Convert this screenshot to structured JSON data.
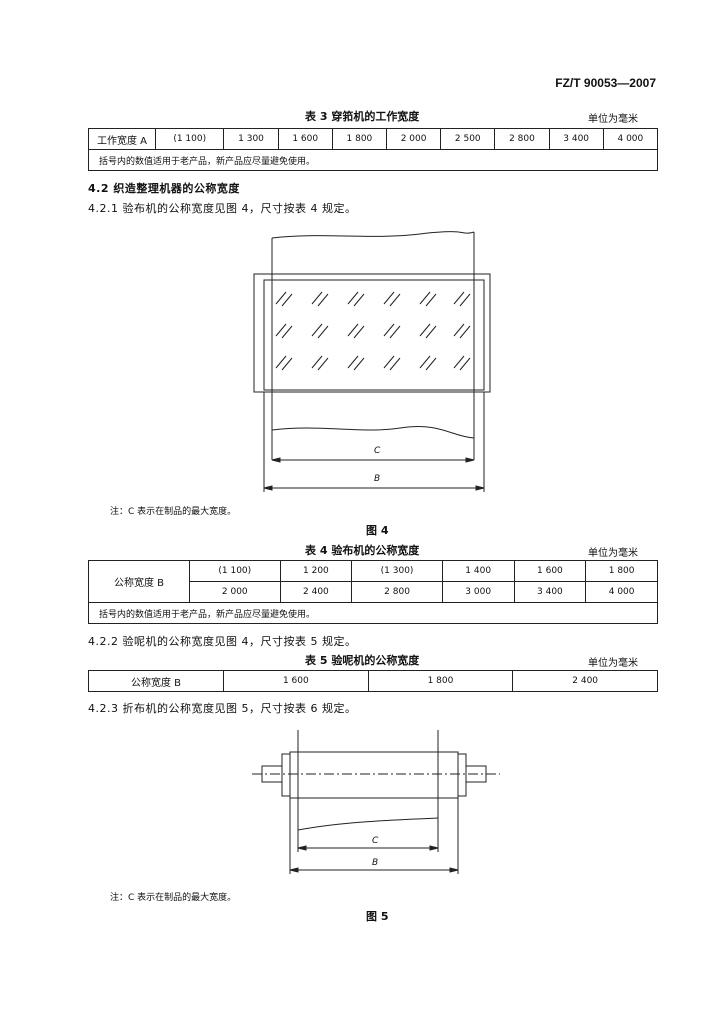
{
  "header": {
    "standard_number": "FZ/T 90053—2007"
  },
  "table3": {
    "caption": "表 3   穿筘机的工作宽度",
    "unit": "单位为毫米",
    "row_label": "工作宽度 A",
    "values": [
      "(1 100)",
      "1 300",
      "1 600",
      "1 800",
      "2 000",
      "2 500",
      "2 800",
      "3 400",
      "4 000"
    ],
    "note": "括号内的数值适用于老产品，新产品应尽量避免使用。"
  },
  "sections": {
    "s42": "4.2   织造整理机器的公称宽度",
    "s421": "4.2.1   验布机的公称宽度见图 4，尺寸按表 4 规定。",
    "s422": "4.2.2   验呢机的公称宽度见图 4，尺寸按表 5 规定。",
    "s423": "4.2.3   折布机的公称宽度见图 5，尺寸按表 6 规定。"
  },
  "figure4": {
    "dim_c": "C",
    "dim_b": "B",
    "note": "注：C 表示在制品的最大宽度。",
    "caption": "图 4"
  },
  "table4": {
    "caption": "表 4   验布机的公称宽度",
    "unit": "单位为毫米",
    "row_label": "公称宽度 B",
    "row1": [
      "(1 100)",
      "1 200",
      "(1 300)",
      "1 400",
      "1 600",
      "1 800"
    ],
    "row2": [
      "2 000",
      "2 400",
      "2 800",
      "3 000",
      "3 400",
      "4 000"
    ],
    "note": "括号内的数值适用于老产品，新产品应尽量避免使用。"
  },
  "table5": {
    "caption": "表 5   验呢机的公称宽度",
    "unit": "单位为毫米",
    "row_label": "公称宽度 B",
    "values": [
      "1 600",
      "1 800",
      "2 400"
    ]
  },
  "figure5": {
    "dim_c": "C",
    "dim_b": "B",
    "note": "注：C 表示在制品的最大宽度。",
    "caption": "图 5"
  }
}
